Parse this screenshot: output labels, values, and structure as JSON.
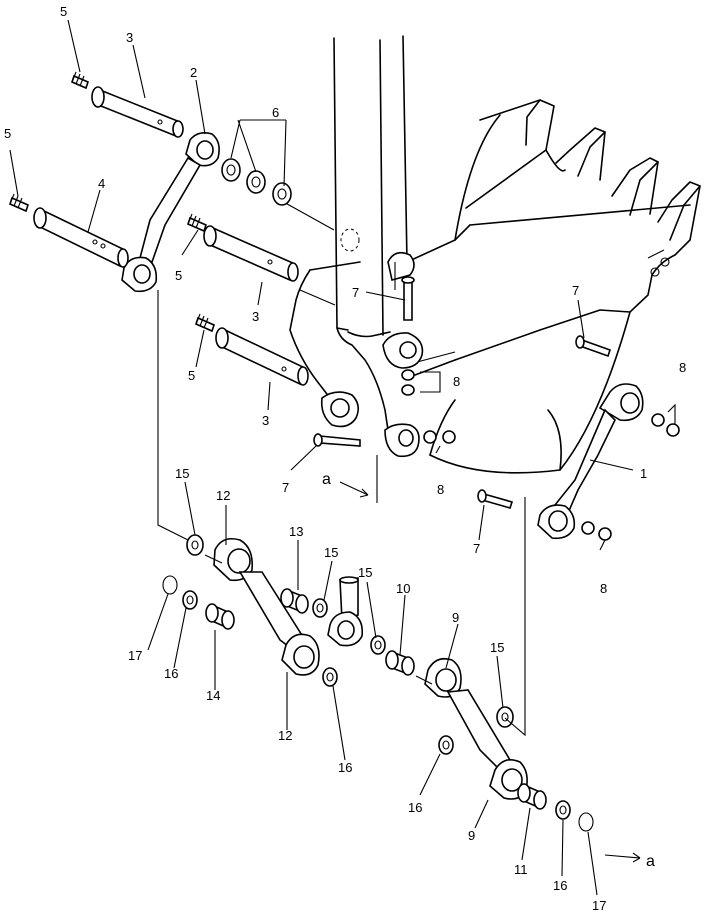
{
  "diagram": {
    "callouts": [
      {
        "id": "c1",
        "text": "1"
      },
      {
        "id": "c2",
        "text": "2"
      },
      {
        "id": "c3a",
        "text": "3"
      },
      {
        "id": "c3b",
        "text": "3"
      },
      {
        "id": "c3c",
        "text": "3"
      },
      {
        "id": "c4",
        "text": "4"
      },
      {
        "id": "c5a",
        "text": "5"
      },
      {
        "id": "c5b",
        "text": "5"
      },
      {
        "id": "c5c",
        "text": "5"
      },
      {
        "id": "c5d",
        "text": "5"
      },
      {
        "id": "c6",
        "text": "6"
      },
      {
        "id": "c7a",
        "text": "7"
      },
      {
        "id": "c7b",
        "text": "7"
      },
      {
        "id": "c7c",
        "text": "7"
      },
      {
        "id": "c7d",
        "text": "7"
      },
      {
        "id": "c8a",
        "text": "8"
      },
      {
        "id": "c8b",
        "text": "8"
      },
      {
        "id": "c8c",
        "text": "8"
      },
      {
        "id": "c8d",
        "text": "8"
      },
      {
        "id": "c9a",
        "text": "9"
      },
      {
        "id": "c9b",
        "text": "9"
      },
      {
        "id": "c10",
        "text": "10"
      },
      {
        "id": "c11",
        "text": "11"
      },
      {
        "id": "c12a",
        "text": "12"
      },
      {
        "id": "c12b",
        "text": "12"
      },
      {
        "id": "c13",
        "text": "13"
      },
      {
        "id": "c14",
        "text": "14"
      },
      {
        "id": "c15a",
        "text": "15"
      },
      {
        "id": "c15b",
        "text": "15"
      },
      {
        "id": "c15c",
        "text": "15"
      },
      {
        "id": "c15d",
        "text": "15"
      },
      {
        "id": "c16a",
        "text": "16"
      },
      {
        "id": "c16b",
        "text": "16"
      },
      {
        "id": "c16c",
        "text": "16"
      },
      {
        "id": "c16d",
        "text": "16"
      },
      {
        "id": "c17a",
        "text": "17"
      },
      {
        "id": "c17b",
        "text": "17"
      }
    ],
    "reference_marks": [
      {
        "id": "ra",
        "text": "a"
      },
      {
        "id": "rb",
        "text": "a"
      }
    ]
  }
}
